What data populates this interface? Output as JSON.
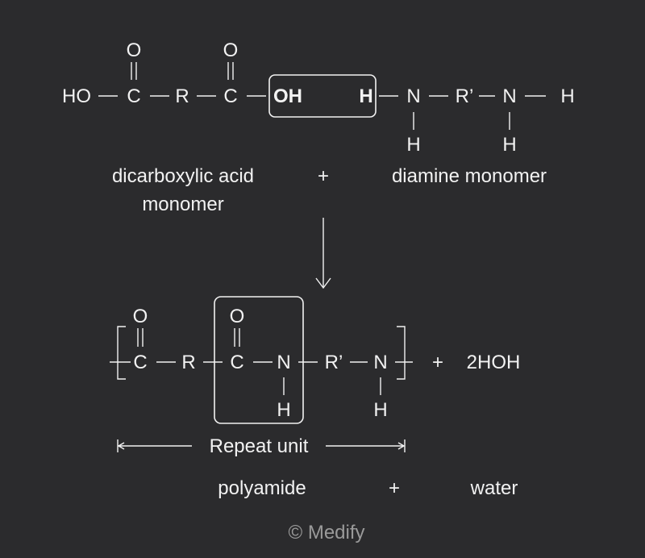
{
  "monomers": {
    "acid": {
      "ho": "HO",
      "c1": "C",
      "r": "R",
      "c2": "C",
      "o1": "O",
      "o2": "O",
      "oh": "OH"
    },
    "amine": {
      "h_left": "H",
      "n1": "N",
      "r_prime": "R’",
      "n2": "N",
      "h_right": "H",
      "h_n1": "H",
      "h_n2": "H"
    },
    "acid_label_line1": "dicarboxylic acid",
    "acid_label_line2": "monomer",
    "plus": "+",
    "amine_label": "diamine monomer"
  },
  "polymer": {
    "o1": "O",
    "c1": "C",
    "r": "R",
    "o2": "O",
    "c2": "C",
    "n1": "N",
    "h_n1": "H",
    "r_prime": "R’",
    "n2": "N",
    "h_n2": "H",
    "plus": "+",
    "water_formula": "2HOH",
    "repeat_unit_label": "Repeat unit"
  },
  "products": {
    "polyamide": "polyamide",
    "plus": "+",
    "water": "water"
  },
  "footer": {
    "copyright": "© Medify"
  }
}
